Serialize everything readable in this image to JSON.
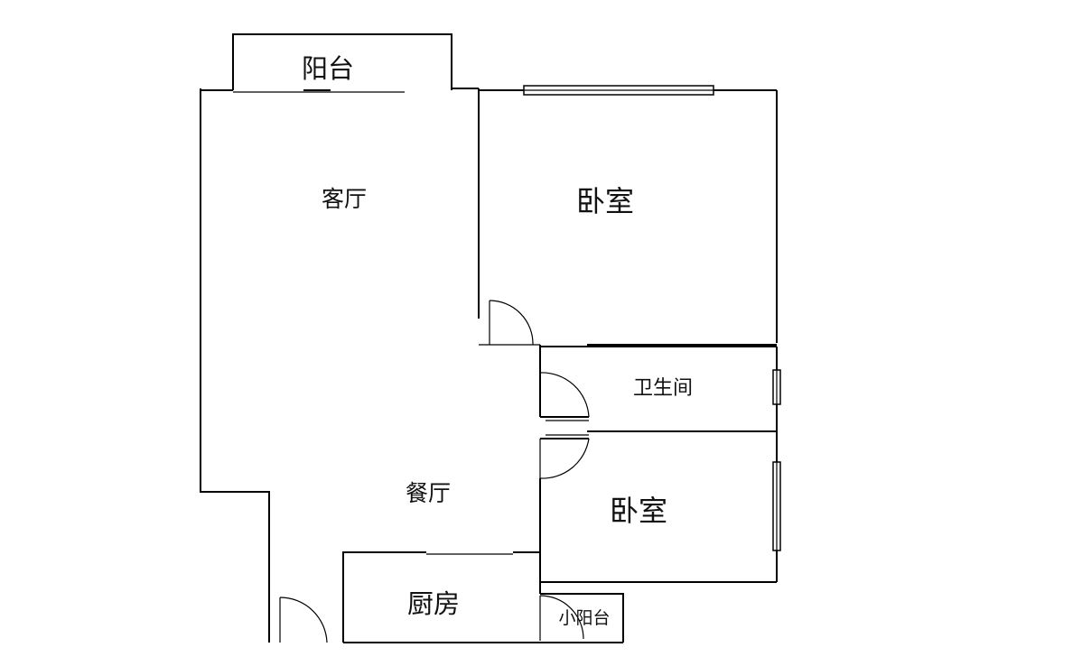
{
  "rooms": {
    "balcony": "阳台",
    "living_room": "客厅",
    "bedroom_1": "卧室",
    "bathroom": "卫生间",
    "dining_room": "餐厅",
    "bedroom_2": "卧室",
    "kitchen": "厨房",
    "small_balcony": "小阳台"
  }
}
